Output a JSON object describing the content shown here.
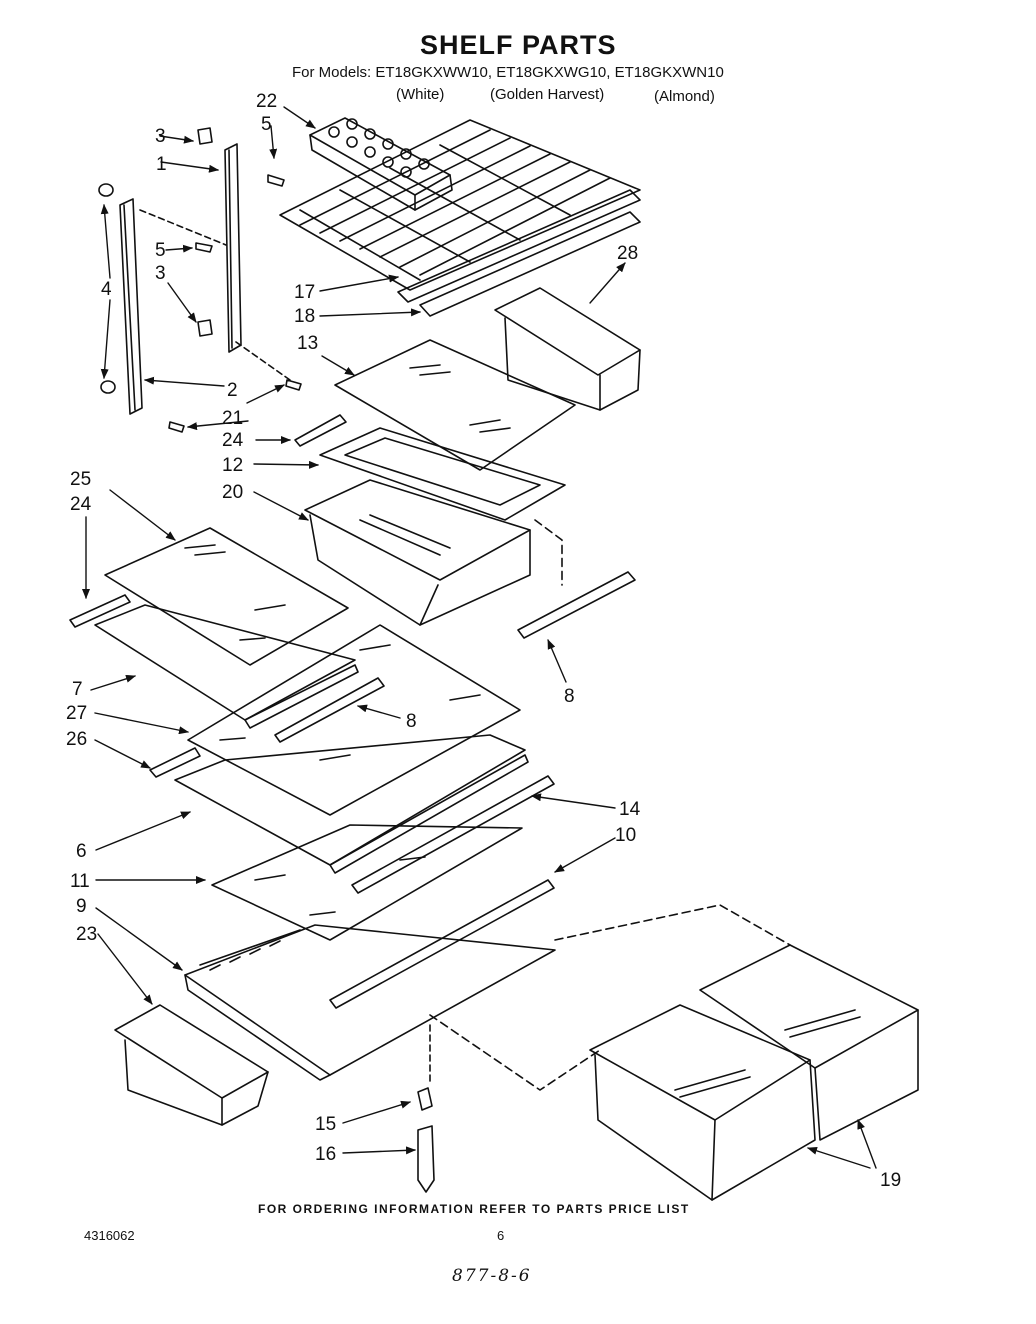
{
  "header": {
    "title": "SHELF PARTS",
    "models_line": "For Models: ET18GKXWW10, ET18GKXWG10, ET18GKXWN10",
    "colors": [
      "(White)",
      "(Golden Harvest)",
      "(Almond)"
    ]
  },
  "callouts": [
    "1",
    "2",
    "3",
    "3",
    "4",
    "5",
    "5",
    "6",
    "7",
    "8",
    "8",
    "9",
    "10",
    "11",
    "12",
    "13",
    "14",
    "15",
    "16",
    "17",
    "18",
    "19",
    "20",
    "21",
    "22",
    "23",
    "24",
    "24",
    "25",
    "26",
    "27",
    "28"
  ],
  "footer": {
    "ordering_note": "FOR ORDERING INFORMATION REFER TO PARTS PRICE LIST",
    "doc_number": "4316062",
    "page_number": "6",
    "handwritten": "877-8-6"
  }
}
